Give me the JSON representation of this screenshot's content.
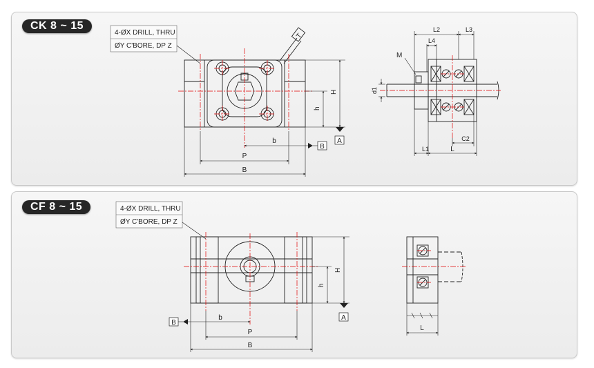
{
  "panels": {
    "ck": {
      "badge": "CK 8 ~ 15",
      "callout_line1": "4-ØX DRILL, THRU",
      "callout_line2": "ØY C'BORE, DP Z",
      "labels": {
        "T": "T",
        "H": "H",
        "h": "h",
        "b": "b",
        "B_datum": "B",
        "P": "P",
        "B": "B",
        "A_datum": "A",
        "L2": "L2",
        "L3": "L3",
        "L4": "L4",
        "M": "M",
        "d1": "d1",
        "C2": "C2",
        "L1": "L1",
        "L": "L"
      }
    },
    "cf": {
      "badge": "CF 8 ~ 15",
      "callout_line1": "4-ØX DRILL, THRU",
      "callout_line2": "ØY C'BORE, DP Z",
      "labels": {
        "H": "H",
        "h": "h",
        "b": "b",
        "B_datum": "B",
        "P": "P",
        "B": "B",
        "A_datum": "A",
        "L": "L"
      }
    }
  },
  "colors": {
    "line": "#222222",
    "center": "#e00000",
    "panel_bg": "#f2f2f2",
    "badge_bg": "#262626"
  }
}
